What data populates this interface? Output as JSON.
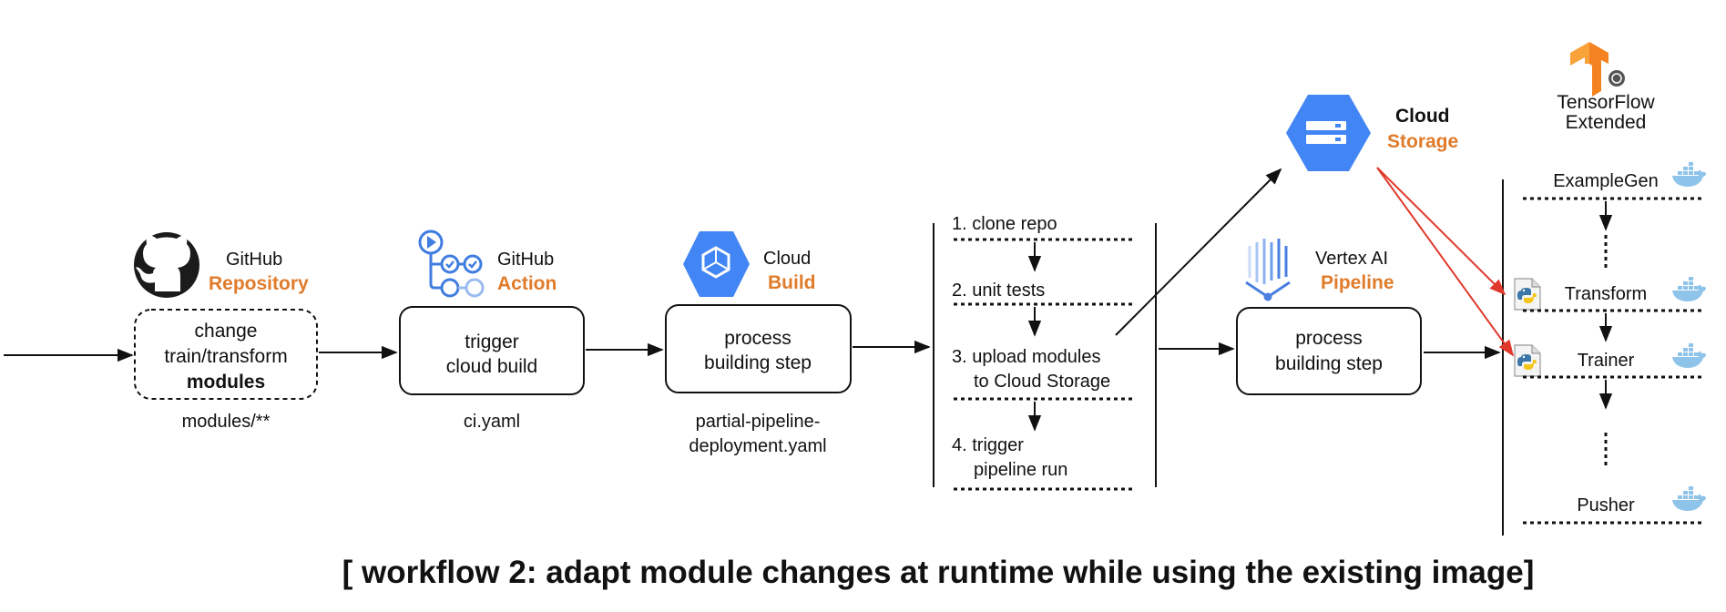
{
  "github_repo": {
    "title": "GitHub",
    "subtitle": "Repository",
    "box_lines": [
      "change",
      "train/transform",
      "modules"
    ],
    "caption": "modules/**"
  },
  "github_action": {
    "title": "GitHub",
    "subtitle": "Action",
    "box_lines": [
      "trigger",
      "cloud build"
    ],
    "caption": "ci.yaml"
  },
  "cloud_build": {
    "title": "Cloud",
    "subtitle": "Build",
    "box_lines": [
      "process",
      "building step"
    ],
    "caption_lines": [
      "partial-pipeline-",
      "deployment.yaml"
    ]
  },
  "steps": [
    {
      "lines": [
        "1. clone repo"
      ]
    },
    {
      "lines": [
        "2. unit tests"
      ]
    },
    {
      "lines": [
        "3. upload modules",
        "to Cloud Storage"
      ]
    },
    {
      "lines": [
        "4. trigger",
        "pipeline run"
      ]
    }
  ],
  "cloud_storage": {
    "title": "Cloud",
    "subtitle": "Storage"
  },
  "vertex": {
    "title": "Vertex AI",
    "subtitle": "Pipeline",
    "box_lines": [
      "process",
      "building step"
    ]
  },
  "tfx": {
    "logo_line1": "TensorFlow",
    "logo_line2": "Extended",
    "components": [
      "ExampleGen",
      "Transform",
      "Trainer",
      "Pusher"
    ]
  },
  "footer": "[ workflow 2:  adapt module changes at runtime while using the existing image]",
  "colors": {
    "accent_orange": "#e07b2a",
    "gcp_blue": "#4285f4",
    "arrow_red": "#e0392b",
    "docker_blue": "#8ec3ea"
  }
}
